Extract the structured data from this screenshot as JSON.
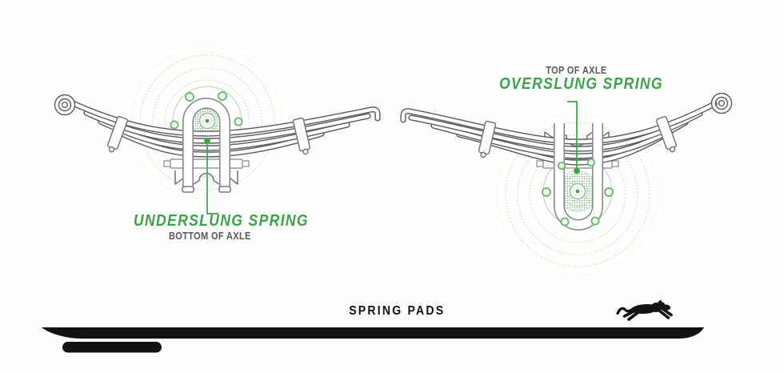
{
  "labels": {
    "underslung": {
      "title": "UNDERSLUNG SPRING",
      "subtitle": "BOTTOM OF AXLE"
    },
    "overslung": {
      "eyebrow": "TOP OF AXLE",
      "title": "OVERSLUNG SPRING"
    },
    "footer": "SPRING PADS"
  },
  "icons": {
    "cheetah": "running-cheetah-silhouette",
    "axle": "axle-hub-with-bolt-holes",
    "leaf_spring": "leaf-spring-side-view"
  },
  "colors": {
    "accent_green": "#3DA24B",
    "ring_green": "#B9DDBA",
    "dark_gray": "#58595B",
    "line_gray": "#6D6E71",
    "ink_black": "#121212"
  }
}
